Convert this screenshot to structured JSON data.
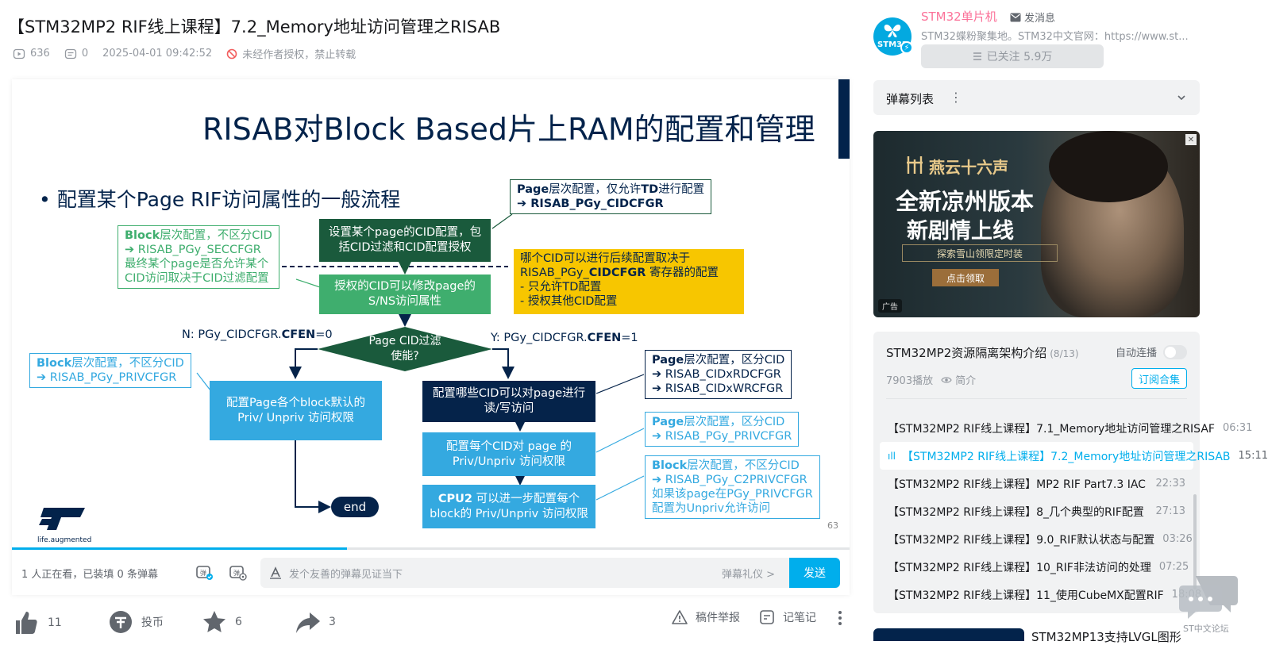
{
  "video": {
    "title": "【STM32MP2 RIF线上课程】7.2_Memory地址访问管理之RISAB",
    "views": "636",
    "danmaku_count": "0",
    "date": "2025-04-01 09:42:52",
    "copyright": "未经作者授权，禁止转载"
  },
  "slide": {
    "title": "RISAB对Block Based片上RAM的配置和管理",
    "bullet": "配置某个Page RIF访问属性的一般流程",
    "box_set_cid": "设置某个page的CID配置，包括CID过滤和CID配置授权",
    "box_auth_cid": "授权的CID可以修改page的S/NS访问属性",
    "diamond": "Page CID过滤使能?",
    "label_n": "N: PGy_CIDCFGR.",
    "label_n_bold": "CFEN",
    "label_n_end": "=0",
    "label_y": "Y: PGy_CIDCFGR.",
    "label_y_bold": "CFEN",
    "label_y_end": "=1",
    "box_priv_default": "配置Page各个block默认的Priv/ Unpriv 访问权限",
    "box_cid_rw": "配置哪些CID可以对page进行读/写访问",
    "box_cid_priv": "配置每个CID对 page 的Priv/Unpriv 访问权限",
    "box_cpu2_bold": "CPU2",
    "box_cpu2": " 可以进一步配置每个block的 Priv/Unpriv 访问权限",
    "end": "end",
    "note_page_td_1b": "Page",
    "note_page_td_1": "层次配置，仅允许",
    "note_page_td_1b2": "TD",
    "note_page_td_1e": "进行配置",
    "note_page_td_2": "➔ RISAB_PGy_",
    "note_page_td_2b": "CIDCFGR",
    "note_block_sec_1b": "Block",
    "note_block_sec_1": "层次配置，不区分CID",
    "note_block_sec_2": "➔  RISAB_PGy_SECCFGR",
    "note_block_sec_3": "最终某个page是否允许某个",
    "note_block_sec_4": "CID访问取决于CID过滤配置",
    "note_yellow_1": "哪个CID可以进行后续配置取决于",
    "note_yellow_2": "RISAB_PGy_",
    "note_yellow_2b": "CIDCFGR",
    "note_yellow_2e": " 寄存器的配置",
    "note_yellow_3": "-    只允许TD配置",
    "note_yellow_4": "-    授权其他CID配置",
    "note_block_priv_1b": "Block",
    "note_block_priv_1": "层次配置，不区分CID",
    "note_block_priv_2": "➔ RISAB_PGy_PRIVCFGR",
    "note_page_cid_1b": "Page",
    "note_page_cid_1": "层次配置，区分CID",
    "note_page_cid_2": "➔ RISAB_CIDxRDCFGR",
    "note_page_cid_3": "➔ RISAB_CIDxWRCFGR",
    "note_page_priv_1b": "Page",
    "note_page_priv_1": "层次配置，区分CID",
    "note_page_priv_2": "➔ RISAB_PGy_PRIVCFGR",
    "note_block_c2_1b": "Block",
    "note_block_c2_1": "层次配置，不区分CID",
    "note_block_c2_2": "➔  RISAB_PGy_C2PRIVCFGR",
    "note_block_c2_3": "如果该page在PGy_PRIVCFGR",
    "note_block_c2_4": "配置为Unpriv允许访问",
    "logo_tag": "life.augmented",
    "page_number": "63"
  },
  "player": {
    "progress_percent": 40,
    "viewers": "1 人正在看，已装填 0 条弹幕",
    "danmaku_placeholder": "发个友善的弹幕见证当下",
    "etiquette": "弹幕礼仪 >",
    "send": "发送"
  },
  "actions": {
    "like": "11",
    "coin": "投币",
    "favorite": "6",
    "share": "3",
    "report": "稿件举报",
    "notes": "记笔记"
  },
  "uploader": {
    "name": "STM32单片机",
    "message": "发消息",
    "desc": "STM32蝶粉聚集地。STM32中文官网：https://www.st...",
    "avatar_text": "STM32",
    "follow": "已关注 5.9万"
  },
  "danmaku_list": {
    "title": "弹幕列表"
  },
  "ad": {
    "brand": "燕云十六声",
    "line1": "全新凉州版本",
    "line2": "新剧情上线",
    "line3": "探索雪山领限定时装",
    "line4": "点击领取",
    "tag": "广告"
  },
  "playlist": {
    "title": "STM32MP2资源隔离架构介绍",
    "count": "(8/13)",
    "autoplay": "自动连播",
    "plays": "7903播放",
    "intro": "简介",
    "subscribe": "订阅合集",
    "items": [
      {
        "name": "【STM32MP2 RIF线上课程】7.1_Memory地址访问管理之RISAF",
        "dur": "06:31"
      },
      {
        "name": "【STM32MP2 RIF线上课程】7.2_Memory地址访问管理之RISAB",
        "dur": "15:11"
      },
      {
        "name": "【STM32MP2 RIF线上课程】MP2 RIF Part7.3 IAC",
        "dur": "22:33"
      },
      {
        "name": "【STM32MP2 RIF线上课程】8_几个典型的RIF配置",
        "dur": "27:13"
      },
      {
        "name": "【STM32MP2 RIF线上课程】9.0_RIF默认状态与配置",
        "dur": "03:26"
      },
      {
        "name": "【STM32MP2 RIF线上课程】10_RIF非法访问的处理",
        "dur": "07:25"
      },
      {
        "name": "【STM32MP2 RIF线上课程】11_使用CubeMX配置RIF",
        "dur": "18:08"
      }
    ]
  },
  "next_video": {
    "title": "STM32MP13支持LVGL图形"
  },
  "forum": {
    "text": "ST中文论坛"
  }
}
